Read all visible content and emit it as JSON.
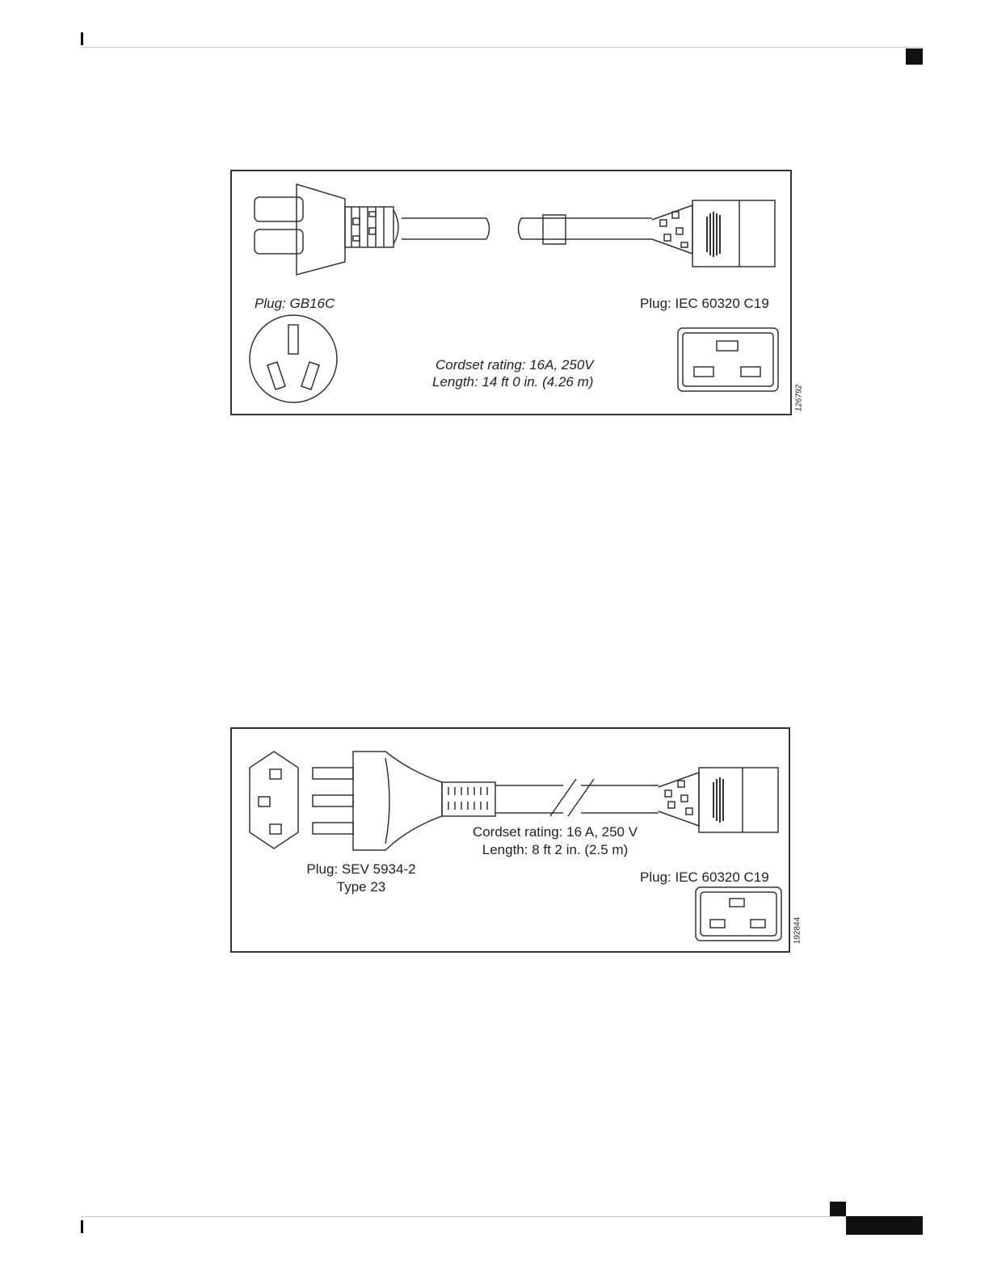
{
  "figures": [
    {
      "plug_label": "Plug: GB16C",
      "connector_label": "Plug: IEC 60320 C19",
      "rating": "Cordset rating:  16A, 250V",
      "length": "Length:  14 ft 0 in. (4.26 m)",
      "figure_id": "126792"
    },
    {
      "plug_label_line1": "Plug: SEV 5934-2",
      "plug_label_line2": "Type 23",
      "connector_label": "Plug: IEC 60320 C19",
      "rating": "Cordset rating: 16 A, 250 V",
      "length": "Length: 8 ft 2 in. (2.5 m)",
      "figure_id": "192844"
    }
  ]
}
